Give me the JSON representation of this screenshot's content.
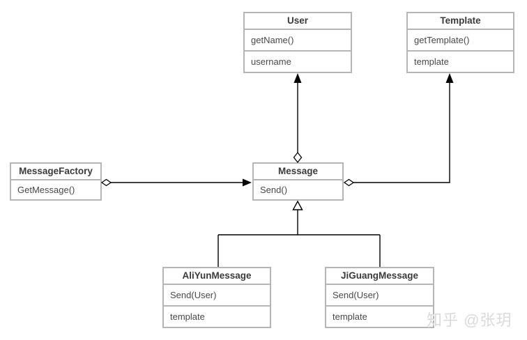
{
  "diagram": {
    "type": "uml-class-diagram",
    "classes": [
      {
        "id": "user",
        "name": "User",
        "members": [
          "getName()",
          "username"
        ]
      },
      {
        "id": "template",
        "name": "Template",
        "members": [
          "getTemplate()",
          "template"
        ]
      },
      {
        "id": "message-factory",
        "name": "MessageFactory",
        "members": [
          "GetMessage()"
        ]
      },
      {
        "id": "message",
        "name": "Message",
        "members": [
          "Send()"
        ]
      },
      {
        "id": "aliyun-message",
        "name": "AliYunMessage",
        "members": [
          "Send(User)",
          "template"
        ]
      },
      {
        "id": "jiguang-message",
        "name": "JiGuangMessage",
        "members": [
          "Send(User)",
          "template"
        ]
      }
    ],
    "relations": [
      {
        "from": "Message",
        "to": "User",
        "type": "aggregation",
        "note": "hollow diamond at Message, solid arrow into User bottom"
      },
      {
        "from": "Message",
        "to": "Template",
        "type": "aggregation",
        "note": "hollow diamond at Message right, solid arrow into Template bottom"
      },
      {
        "from": "MessageFactory",
        "to": "Message",
        "type": "aggregation",
        "note": "hollow diamond at MessageFactory right, solid arrow into Message left"
      },
      {
        "from": "AliYunMessage",
        "to": "Message",
        "type": "inheritance",
        "note": "hollow triangle at Message bottom"
      },
      {
        "from": "JiGuangMessage",
        "to": "Message",
        "type": "inheritance",
        "note": "hollow triangle at Message bottom"
      }
    ],
    "colors": {
      "background": "#ffffff",
      "box_border": "#b5b5b5",
      "title_text": "#3a3a3a",
      "member_text": "#474747",
      "connector_line": "#000000",
      "watermark_text": "#dadada"
    },
    "watermark": "知乎 @张玥"
  }
}
